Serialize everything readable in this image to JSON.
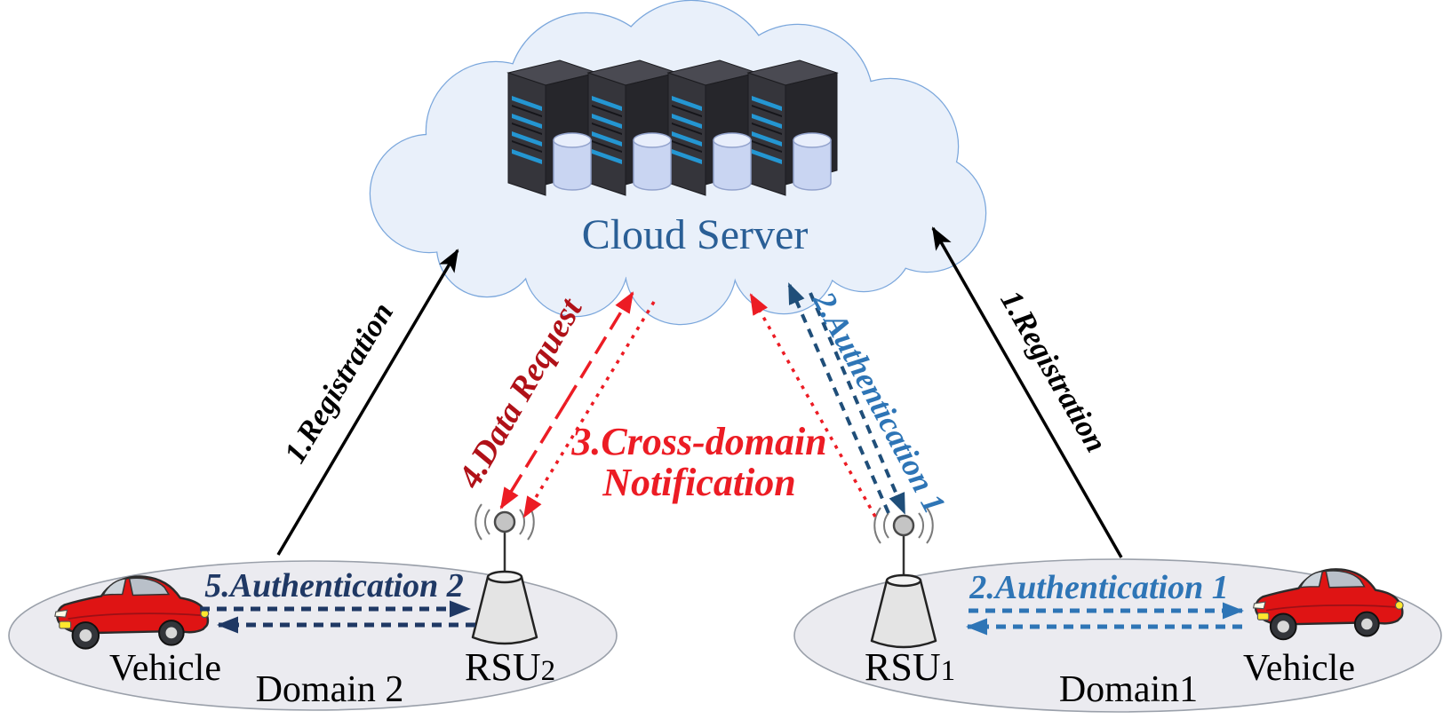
{
  "cloud": {
    "label": "Cloud Server",
    "label_color": "#2a5f96",
    "fill": "#e9f0fa",
    "stroke": "#7ba7dc",
    "server_count": "4"
  },
  "arrows": {
    "registration_left": {
      "label": "1.Registration",
      "color": "#000000",
      "style": "solid"
    },
    "registration_right": {
      "label": "1.Registration",
      "color": "#000000",
      "style": "solid"
    },
    "data_request": {
      "label": "4.Data Request",
      "label_color": "#b01118",
      "line_color": "#ec1c24",
      "style": "long-dash"
    },
    "cross_domain": {
      "label_line1": "3.Cross-domain",
      "label_line2": "Notification",
      "label_color": "#ec1c24",
      "line_color": "#ec1c24",
      "style": "dotted"
    },
    "auth1_uplink": {
      "label": "2.Authentication 1",
      "label_color": "#2e75b6",
      "line_color": "#1f4e79",
      "style": "dashed"
    },
    "auth2_local": {
      "label": "5.Authentication 2",
      "color": "#1f3864",
      "style": "dashed"
    },
    "auth1_local": {
      "label": "2.Authentication 1",
      "color": "#2e75b6",
      "style": "dashed"
    }
  },
  "domain2": {
    "name": "Domain 2",
    "vehicle": "Vehicle",
    "rsu": "RSU",
    "rsu_index": "2"
  },
  "domain1": {
    "name": "Domain1",
    "vehicle": "Vehicle",
    "rsu": "RSU",
    "rsu_index": "1"
  }
}
